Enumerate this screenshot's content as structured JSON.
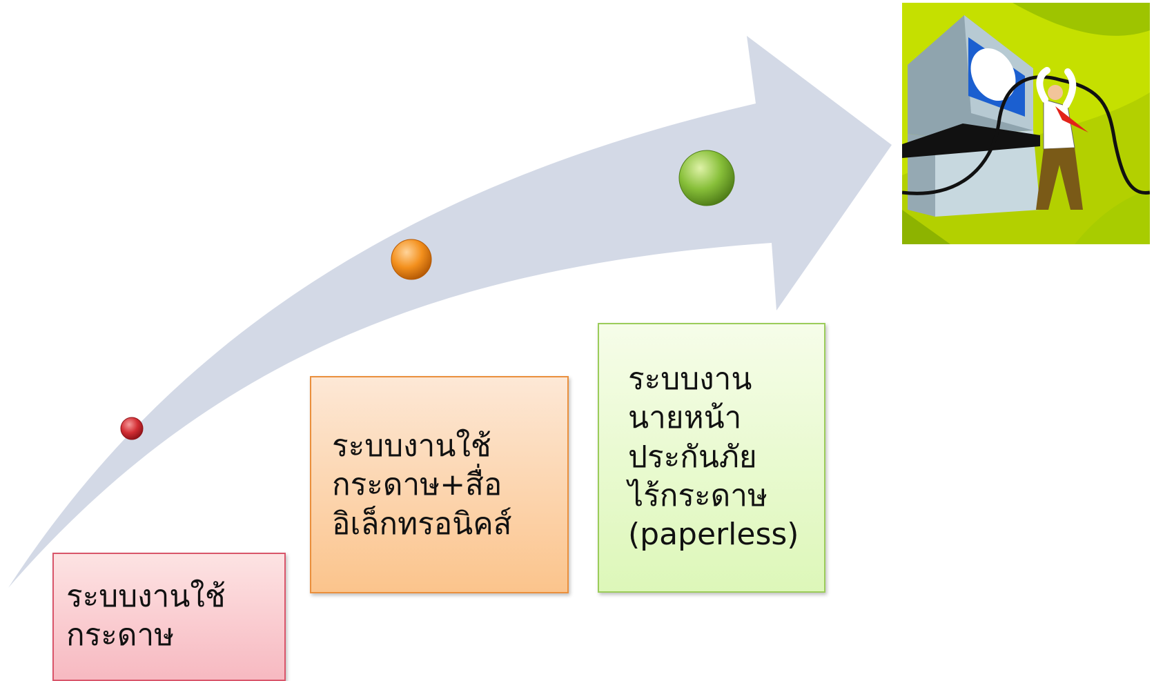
{
  "diagram": {
    "stages": [
      {
        "lines": [
          "ระบบงานใช้",
          "กระดาษ"
        ],
        "marker_color": "#c8242c",
        "box_color": "#f7b9c1"
      },
      {
        "lines": [
          "ระบบงานใช้",
          "กระดาษ+สื่อ",
          "อิเล็กทรอนิคส์"
        ],
        "marker_color": "#f08a1c",
        "box_color": "#fbc48c"
      },
      {
        "lines": [
          "ระบบงาน",
          "นายหน้า",
          "ประกันภัย",
          "ไร้กระดาษ",
          "(paperless)"
        ],
        "marker_color": "#7cb342",
        "box_color": "#ddf7b9"
      }
    ],
    "arrow_color": "#d3d9e6",
    "clipart": {
      "icon": "computer-user-clipart-icon",
      "background_color": "#c5e000"
    }
  }
}
